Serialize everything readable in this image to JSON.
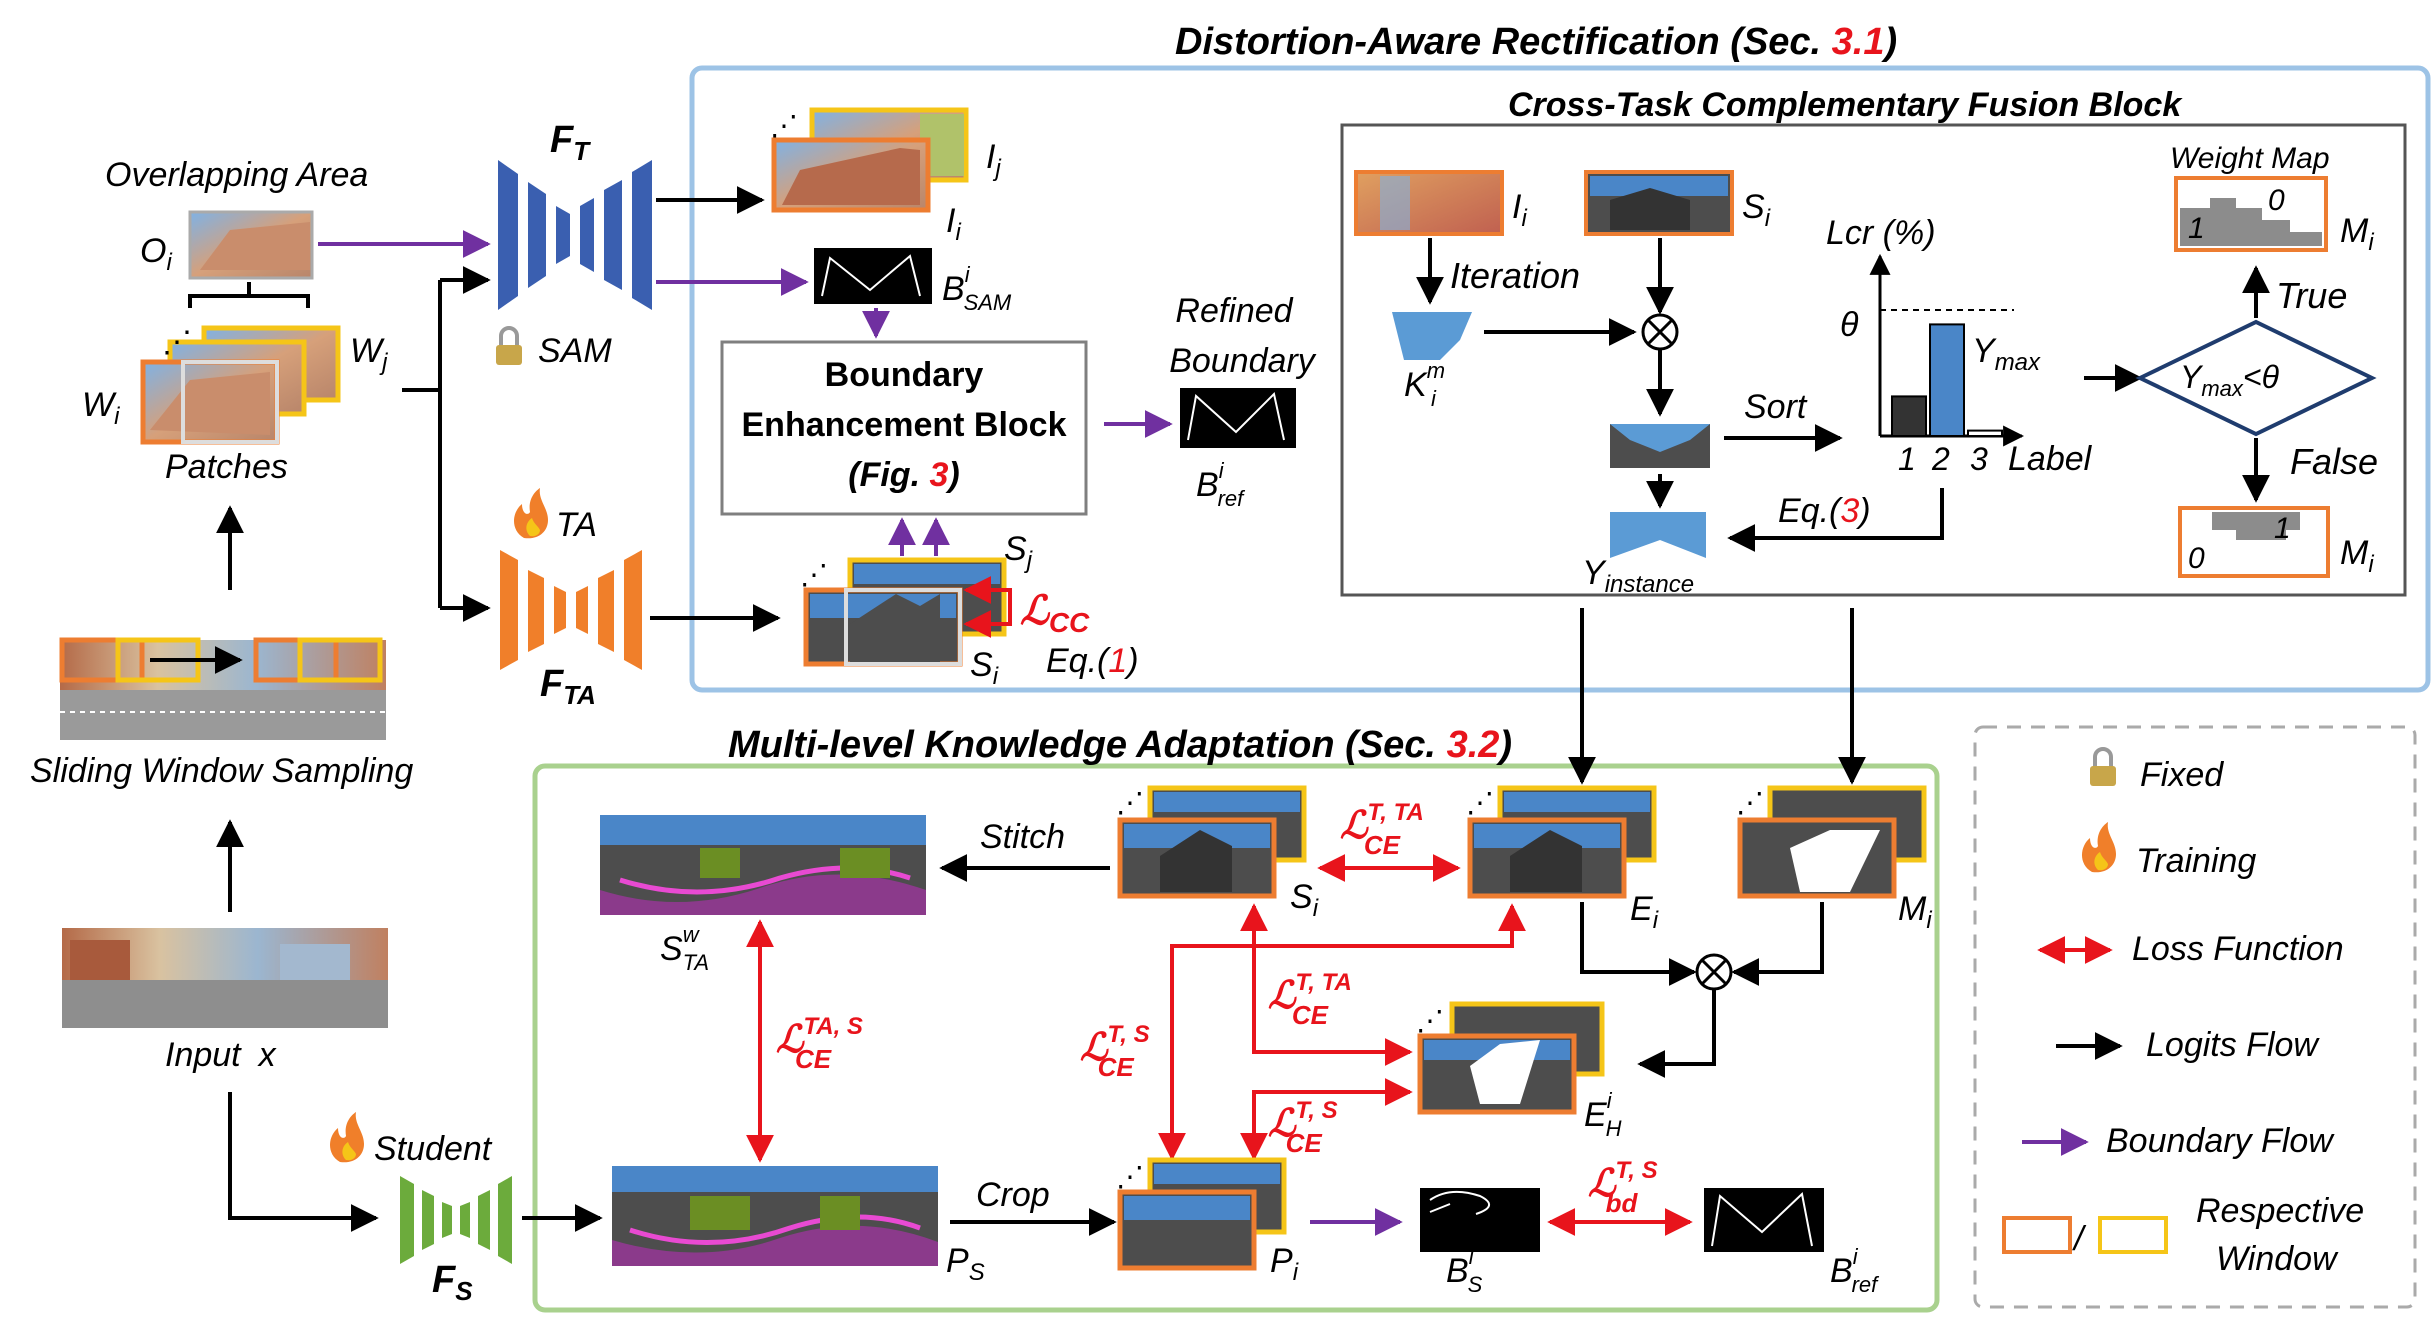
{
  "titles": {
    "dar_title": "Distortion-Aware Rectification (Sec. ",
    "dar_ref": "3.1",
    "dar_close": ")",
    "mka_title": "Multi-level Knowledge Adaptation (Sec. ",
    "mka_ref": "3.2",
    "mka_close": ")",
    "ctcf_title": "Cross-Task Complementary Fusion Block"
  },
  "left_pipeline": {
    "overlapping_area": "Overlapping Area",
    "o_i": "O",
    "o_i_sub": "i",
    "w_i": "W",
    "w_i_sub": "i",
    "w_j": "W",
    "w_j_sub": "j",
    "patches": "Patches",
    "sliding": "Sliding Window Sampling",
    "input": "Input",
    "input_var": "x"
  },
  "models": {
    "ft": "F",
    "ft_sub": "T",
    "sam": "SAM",
    "ta": "TA",
    "fta": "F",
    "fta_sub": "TA",
    "student": "Student",
    "fs": "F",
    "fs_sub": "S"
  },
  "dar": {
    "i_j": "I",
    "i_j_sub": "j",
    "i_i": "I",
    "i_i_sub": "i",
    "b_sam": "B",
    "b_sam_sup": "i",
    "b_sam_sub": "SAM",
    "beb_line1": "Boundary",
    "beb_line2": "Enhancement Block",
    "beb_line3": "(Fig. ",
    "beb_ref": "3",
    "beb_close": ")",
    "refined1": "Refined",
    "refined2": "Boundary",
    "b_ref": "B",
    "b_ref_sup": "i",
    "b_ref_sub": "ref",
    "s_j": "S",
    "s_j_sub": "j",
    "s_i": "S",
    "s_i_sub": "i",
    "lcc": "ℒ",
    "lcc_sub": "CC",
    "eq1": "Eq.(",
    "eq1_ref": "1",
    "eq1_close": ")"
  },
  "ctcf": {
    "i_i": "I",
    "i_i_sub": "i",
    "s_i": "S",
    "s_i_sub": "i",
    "iteration": "Iteration",
    "k": "K",
    "k_sup": "m",
    "k_sub": "i",
    "sort": "Sort",
    "eq3": "Eq.(",
    "eq3_ref": "3",
    "eq3_close": ")",
    "y_instance": "Y",
    "y_instance_sub": "instance",
    "lcr": "Lcr (%)",
    "theta": "θ",
    "y_max": "Y",
    "y_max_sub": "max",
    "tick1": "1",
    "tick2": "2",
    "tick3": "3",
    "label": "Label",
    "decision_y": "Y",
    "decision_sub": "max",
    "decision_rest": "<θ",
    "true_label": "True",
    "false_label": "False",
    "weight_map": "Weight Map",
    "m_i": "M",
    "m_i_sub": "i",
    "wm_zero": "0",
    "wm_one": "1"
  },
  "chart_data": {
    "type": "bar",
    "categories": [
      "1",
      "2",
      "3"
    ],
    "values": [
      22,
      62,
      3
    ],
    "ylim": [
      0,
      100
    ],
    "threshold": 70,
    "xlabel": "Label",
    "ylabel": "Lcr (%)",
    "colors": [
      "#333333",
      "#4a86c8",
      "#ffffff"
    ]
  },
  "mka": {
    "stitch": "Stitch",
    "crop": "Crop",
    "s_ta_w": "S",
    "s_ta_w_sup": "w",
    "s_ta_w_sub": "TA",
    "s_i": "S",
    "s_i_sub": "i",
    "e_i": "E",
    "e_i_sub": "i",
    "m_i": "M",
    "m_i_sub": "i",
    "e_h": "E",
    "e_h_sup": "i",
    "e_h_sub": "H",
    "p_s": "P",
    "p_s_sub": "S",
    "p_i": "P",
    "p_i_sub": "i",
    "b_s": "B",
    "b_s_sup": "i",
    "b_s_sub": "S",
    "b_ref": "B",
    "b_ref_sup": "i",
    "b_ref_sub": "ref",
    "loss_T_TA": "T, TA",
    "loss_TA_S": "TA, S",
    "loss_T_S": "T, S",
    "loss_ce": "CE",
    "loss_bd": "bd",
    "loss_L": "ℒ"
  },
  "legend": {
    "fixed": "Fixed",
    "training": "Training",
    "loss": "Loss Function",
    "logits": "Logits Flow",
    "boundary": "Boundary Flow",
    "respective1": "Respective",
    "respective2": "Window",
    "slash": "/"
  },
  "colors": {
    "blue_model": "#3a5fb0",
    "orange_model": "#f07f2a",
    "green_model": "#6cab3c",
    "red": "#e8141c",
    "purple": "#7030a0",
    "orange_frame": "#ed7d31",
    "yellow_frame": "#f5c518",
    "box_blue": "#9dc3e6",
    "box_green": "#a9d18e"
  }
}
